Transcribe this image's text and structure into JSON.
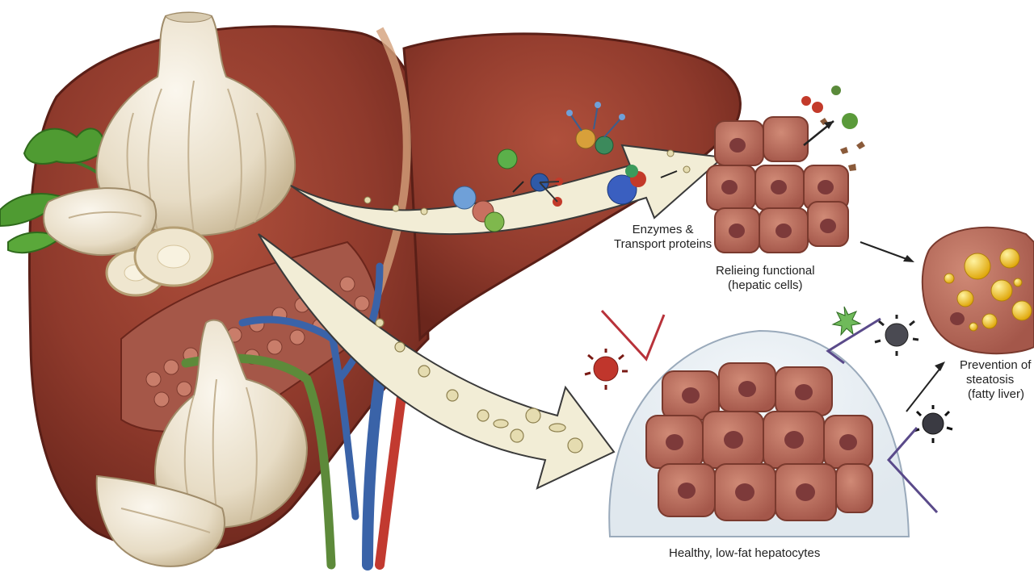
{
  "labels": {
    "enzymes": {
      "line1": "Enzymes &",
      "line2": "Transport proteins"
    },
    "relieving": {
      "line1": "Relieing functional",
      "line2": "(hepatic cells)"
    },
    "prevention": {
      "line1": "Prevention of",
      "line2": "steatosis",
      "line3": "(fatty liver)"
    },
    "healthy": "Healthy, low-fat hepatocytes"
  },
  "colors": {
    "liver": "#8f3a2c",
    "liver_dark": "#6e2a20",
    "garlic": "#ece3d0",
    "pathway_arrow": "#f2edd6",
    "hepatocyte": "#b86a58",
    "nucleus": "#7d3a3a",
    "fat_droplet": "#f2c21e",
    "vein_blue": "#3a63a8",
    "bile_green": "#5d8a3a",
    "artery_red": "#c23a30"
  },
  "icons": [
    "garlic-bulb-icon",
    "garlic-clove-icon",
    "parsley-icon",
    "molecule-icon",
    "pathogen-icon",
    "fat-droplet-icon"
  ]
}
